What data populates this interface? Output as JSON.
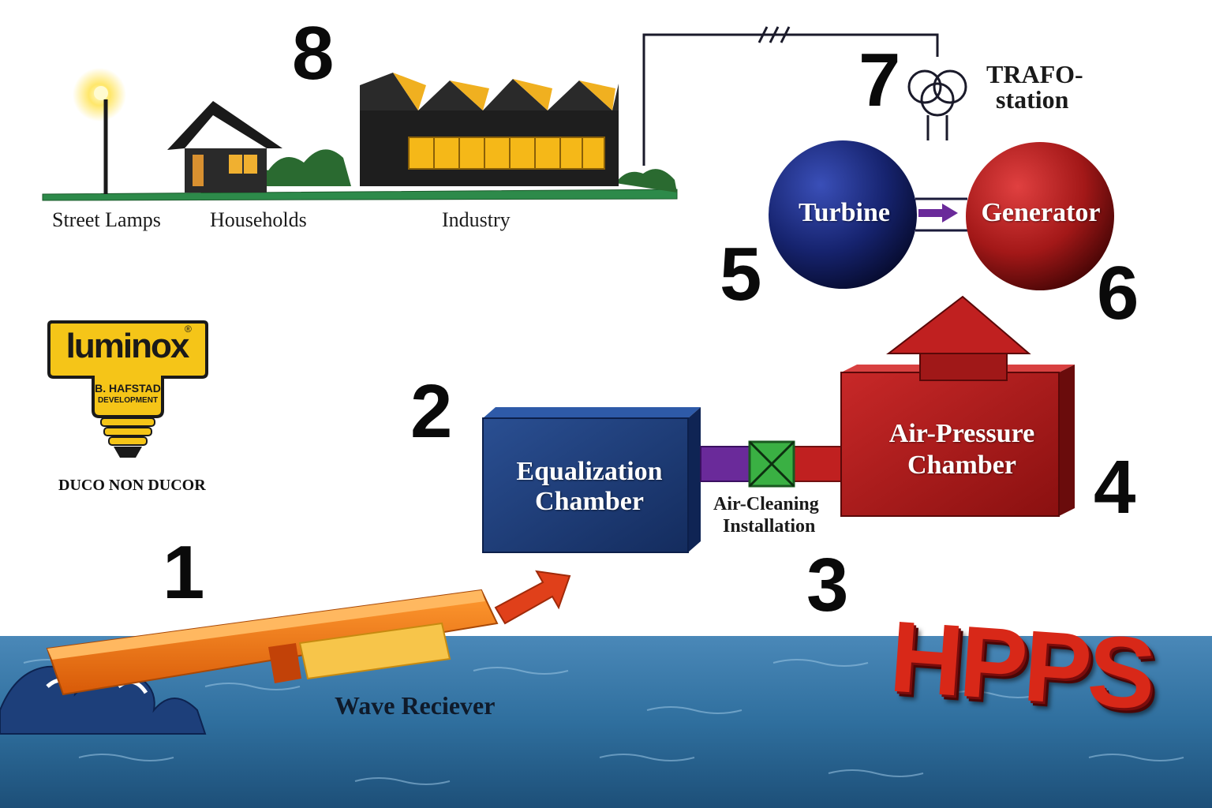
{
  "steps": {
    "s1": "1",
    "s2": "2",
    "s3": "3",
    "s4": "4",
    "s5": "5",
    "s6": "6",
    "s7": "7",
    "s8": "8"
  },
  "labels": {
    "street_lamps": "Street Lamps",
    "households": "Households",
    "industry": "Industry",
    "trafo_line1": "TRAFO-",
    "trafo_line2": "station",
    "turbine": "Turbine",
    "generator": "Generator",
    "equalization_line1": "Equalization",
    "equalization_line2": "Chamber",
    "air_cleaning_line1": "Air-Cleaning",
    "air_cleaning_line2": "Installation",
    "air_pressure_line1": "Air-Pressure",
    "air_pressure_line2": "Chamber",
    "wave_receiver": "Wave Reciever",
    "hpps": "HPPS"
  },
  "logo": {
    "brand": "luminox",
    "registered": "®",
    "line1": "B. HAFSTAD",
    "line2": "DEVELOPMENT",
    "motto": "DUCO NON DUCOR"
  },
  "colors": {
    "sea": "#2f6f9e",
    "equalization": "#1f3f7a",
    "air_pressure": "#b82020",
    "turbine": "#14206a",
    "generator": "#a01818",
    "receiver": "#f07a18",
    "logo_yellow": "#f5c518",
    "hpps_red": "#d82818",
    "grass": "#2d7a3a"
  },
  "icons": {
    "flow_arrow": "arrow-icon",
    "transformer": "transformer-symbol-icon",
    "lamp": "street-lamp-icon",
    "house": "house-icon",
    "factory": "factory-icon",
    "valve": "valve-icon",
    "bulb": "light-bulb-icon"
  }
}
